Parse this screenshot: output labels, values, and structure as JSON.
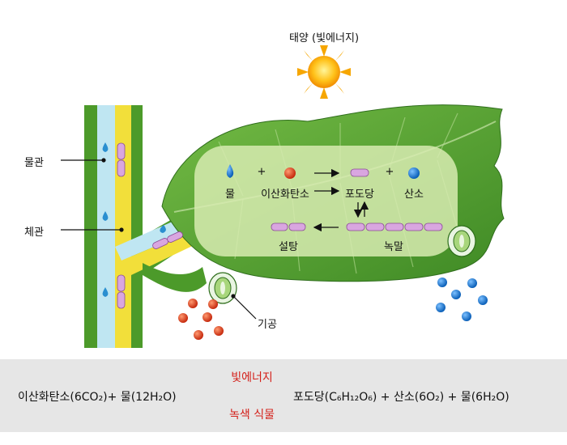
{
  "title": "태양 (빛에너지)",
  "labels": {
    "xylem": "물관",
    "phloem": "체관",
    "stoma": "기공"
  },
  "process": {
    "water": "물",
    "co2": "이산화탄소",
    "glucose": "포도당",
    "oxygen": "산소",
    "sugar": "설탕",
    "starch": "녹말",
    "plus": "+"
  },
  "equation": {
    "reactants": "이산화탄소(6CO₂)+ 물(12H₂O)",
    "energy": "빛에너지",
    "catalyst": "녹색 식물",
    "products": "포도당(C₆H₁₂O₆) + 산소(6O₂) + 물(6H₂O)"
  },
  "colors": {
    "leaf": "#5da83a",
    "stem": "#4c9a2a",
    "xylem": "#bfe6f2",
    "phloem": "#f2df3a",
    "oxygen": "#1a78d0",
    "co2": "#e0401c",
    "sugar": "#d9a6e0",
    "arrow_red": "#d4201a"
  }
}
